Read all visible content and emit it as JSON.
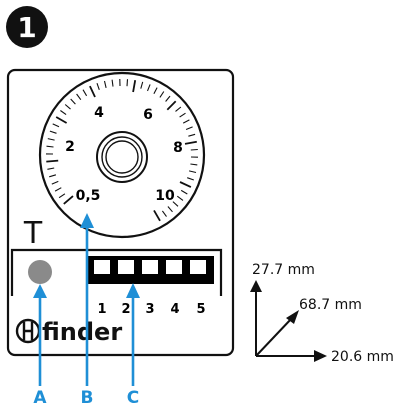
{
  "step_badge": "1",
  "device": {
    "dial_scale": [
      "2",
      "4",
      "6",
      "8",
      "10"
    ],
    "dial_min_label": "0,5",
    "function_letter": "T",
    "dip_switch_numbers": [
      "1",
      "2",
      "3",
      "4",
      "5"
    ],
    "brand": "finder"
  },
  "callouts": {
    "a": "A",
    "b": "B",
    "c": "C"
  },
  "dimensions": {
    "height": "27.7 mm",
    "depth": "68.7 mm",
    "width": "20.6 mm"
  },
  "colors": {
    "outline": "#111111",
    "callout": "#1f8fd6",
    "led": "#8a8a8a"
  }
}
